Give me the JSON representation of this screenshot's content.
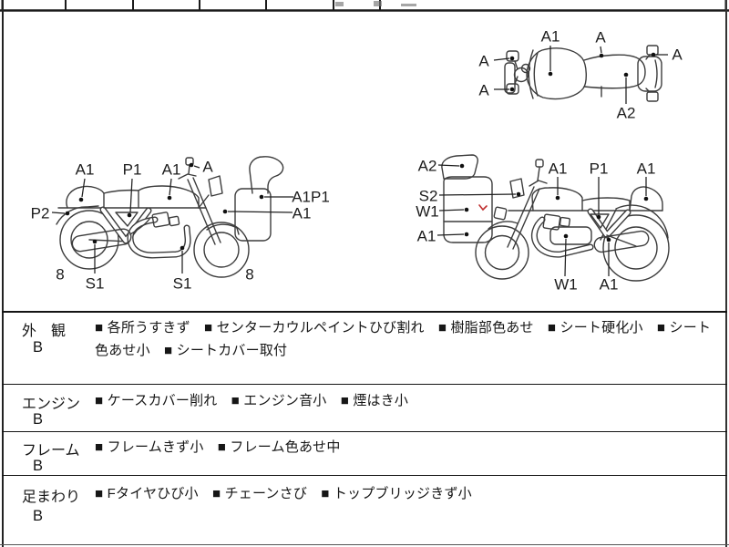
{
  "diagram": {
    "top_view": {
      "labels": [
        "A",
        "A",
        "A1",
        "A",
        "A",
        "A2"
      ]
    },
    "left_view": {
      "labels": [
        "A1",
        "P1",
        "A1",
        "A",
        "P2",
        "8",
        "S1",
        "S1",
        "8",
        "A1P1",
        "A1"
      ]
    },
    "right_view": {
      "labels": [
        "A2",
        "S2",
        "W1",
        "A1",
        "A1",
        "P1",
        "A1",
        "W1",
        "A1"
      ]
    },
    "damage_mark_color": "#c03030"
  },
  "condition_table": {
    "bullet": "■",
    "rows": [
      {
        "category": "外　観",
        "grade": "B",
        "items": [
          "各所うすきず",
          "センターカウルペイントひび割れ",
          "樹脂部色あせ",
          "シート硬化小",
          "シート色あせ小",
          "シートカバー取付"
        ]
      },
      {
        "category": "エンジン",
        "grade": "B",
        "items": [
          "ケースカバー削れ",
          "エンジン音小",
          "煙はき小"
        ]
      },
      {
        "category": "フレーム",
        "grade": "B",
        "items": [
          "フレームきず小",
          "フレーム色あせ中"
        ]
      },
      {
        "category": "足まわり",
        "grade": "B",
        "items": [
          "Fタイヤひび小",
          "チェーンさび",
          "トップブリッジきず小"
        ]
      }
    ]
  }
}
